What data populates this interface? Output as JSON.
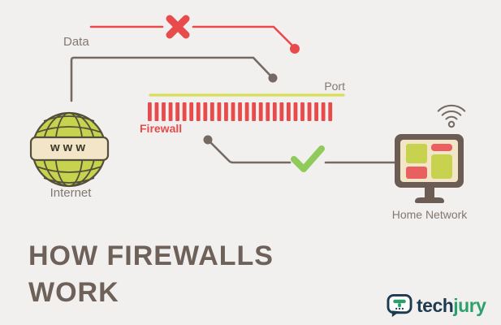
{
  "title": {
    "line1": "HOW FIREWALLS",
    "line2": "WORK"
  },
  "diagram": {
    "labels": {
      "data": "Data",
      "port": "Port",
      "firewall": "Firewall",
      "internet": "Internet",
      "home_network": "Home Network",
      "www": "www"
    },
    "firewall": {
      "bar_count": 27
    },
    "icons": {
      "globe": "globe-www-icon",
      "monitor": "monitor-icon",
      "wifi": "wifi-icon",
      "blocked": "x-cross-icon",
      "allowed": "check-icon"
    },
    "colors": {
      "background": "#f1f0ee",
      "red": "#e84b4b",
      "port_yellow_green": "#d9df56",
      "line_gray": "#756a63",
      "check_green": "#8fca5a",
      "cream": "#f3e5c8",
      "globe_green": "#c7d24f",
      "monitor_brown": "#6b5d54",
      "title_gray": "#6e6159",
      "label_gray": "#827871",
      "logo_navy": "#1e3a50",
      "logo_green": "#2aa06b"
    }
  },
  "logo": {
    "tech": "tech",
    "jury": "jury"
  }
}
